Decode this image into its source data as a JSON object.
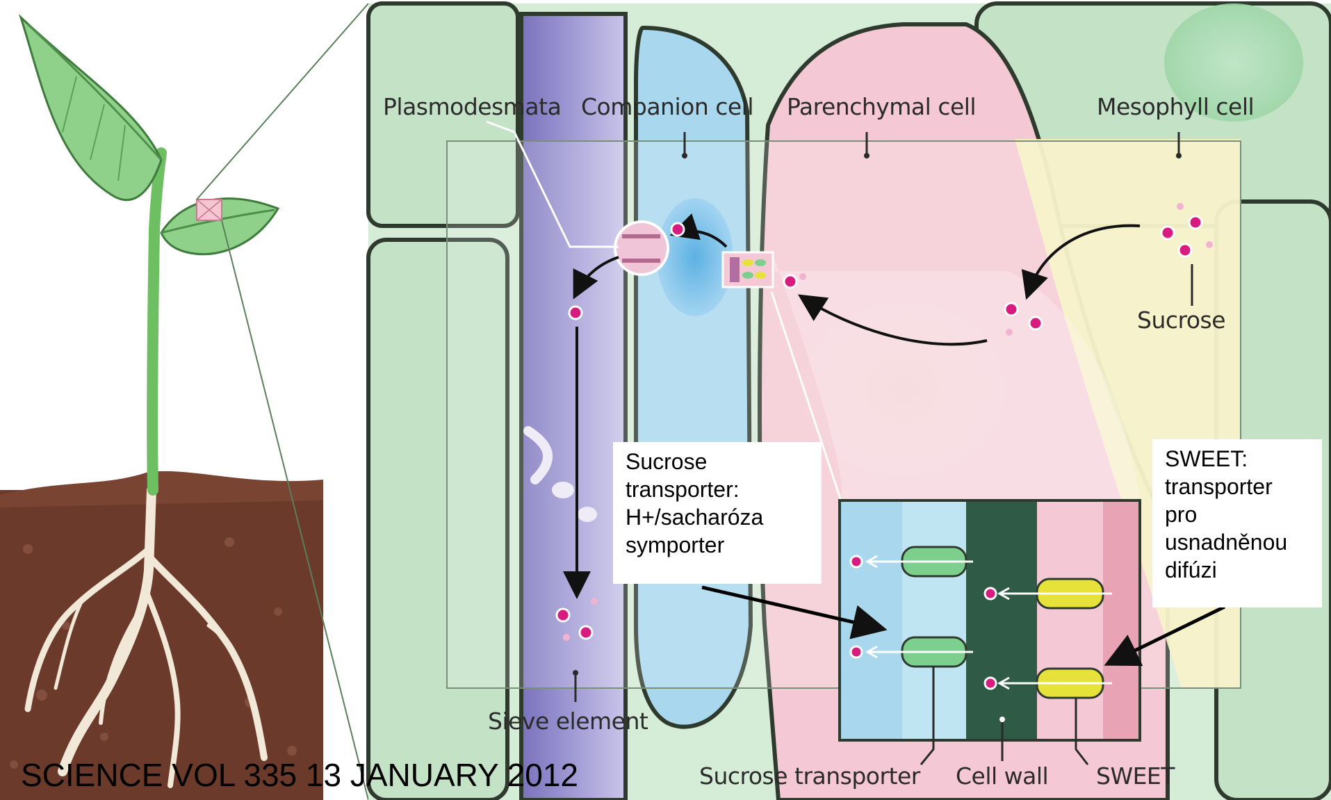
{
  "labels": {
    "plasmodesmata": "Plasmodesmata",
    "companion_cell": "Companion cell",
    "parenchymal_cell": "Parenchymal cell",
    "mesophyll_cell": "Mesophyll cell",
    "sucrose": "Sucrose",
    "sieve_element": "Sieve element",
    "sucrose_transporter": "Sucrose transporter",
    "cell_wall": "Cell wall",
    "sweet": "SWEET"
  },
  "notes": {
    "sucrose_transporter": [
      "Sucrose",
      "transporter:",
      "H+/sacharóza",
      "symporter"
    ],
    "sweet": [
      "SWEET:",
      "transporter",
      "pro",
      "usnadněnou",
      "difúzi"
    ]
  },
  "citation": "SCIENCE VOL 335 13 JANUARY 2012",
  "colors": {
    "leaf_green": "#8fd08a",
    "stem_green": "#6dbf62",
    "soil": "#6b3a2a",
    "sieve_purple": "#8f86c8",
    "companion_blue": "#9fd2ea",
    "parenchyma_pink": "#f3c6d2",
    "mesophyll_yellow": "#f4efb8",
    "cell_wall_green": "#cfe8cf",
    "sucrose_magenta": "#d81b7e",
    "transporter_green": "#7ccf8c",
    "sweet_yellow": "#e6e23a"
  }
}
